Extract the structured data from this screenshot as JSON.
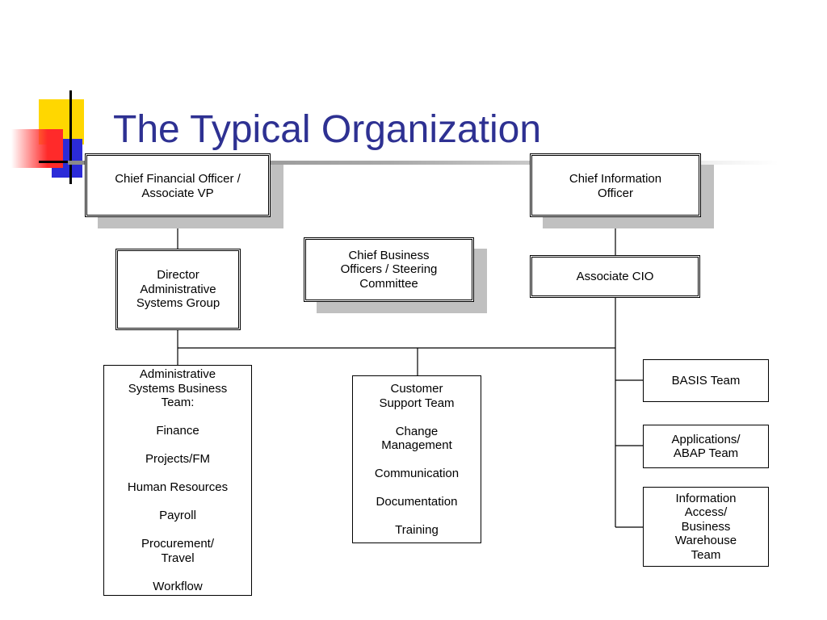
{
  "slide": {
    "title": "The Typical Organization",
    "colors": {
      "title": "#2e3192",
      "deco_yellow": "#ffd700",
      "deco_red": "#ff3030",
      "deco_blue": "#2b2bd8",
      "shadow": "#c0c0c0"
    }
  },
  "org": {
    "cfo": {
      "line1": "Chief Financial Officer /",
      "line2": "Associate VP"
    },
    "cio": {
      "line1": "Chief Information",
      "line2": "Officer"
    },
    "director": {
      "line1": "Director",
      "line2": "Administrative",
      "line3": "Systems Group"
    },
    "cbo": {
      "line1": "Chief Business",
      "line2": "Officers / Steering",
      "line3": "Committee"
    },
    "associate_cio": {
      "label": "Associate CIO"
    },
    "admin_team": {
      "line1": "Administrative",
      "line2": "Systems Business",
      "line3": "Team:",
      "items": [
        "Finance",
        "Projects/FM",
        "Human Resources",
        "Payroll",
        "Procurement/",
        "Travel",
        "Workflow"
      ]
    },
    "customer_support": {
      "line1": "Customer",
      "line2": "Support Team",
      "items": [
        "Change",
        "Management",
        "Communication",
        "Documentation",
        "Training"
      ]
    },
    "basis": {
      "label": "BASIS Team"
    },
    "applications": {
      "line1": "Applications/",
      "line2": "ABAP Team"
    },
    "info_access": {
      "line1": "Information",
      "line2": "Access/",
      "line3": "Business",
      "line4": "Warehouse",
      "line5": "Team"
    }
  }
}
